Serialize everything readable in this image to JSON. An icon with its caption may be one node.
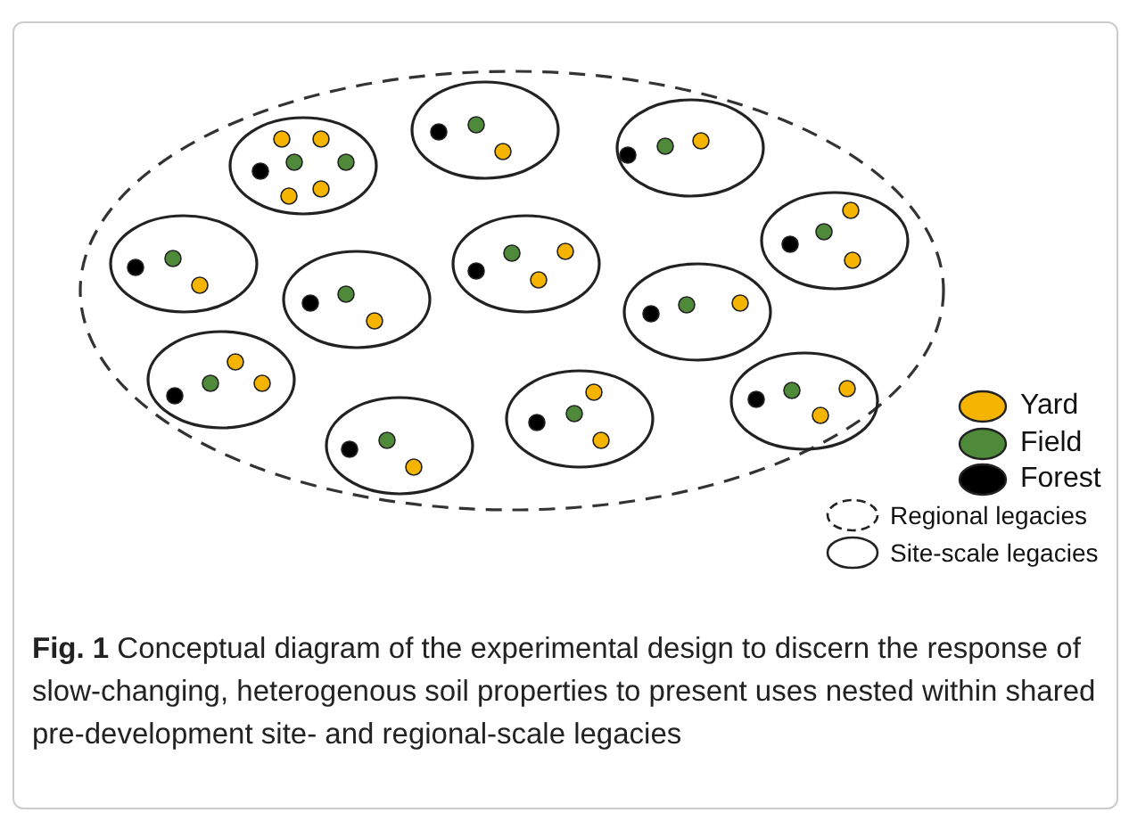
{
  "diagram": {
    "caption": "**Fig. 1** Conceptual diagram of the experimental design to discern the response of slow-changing, heterogenous soil properties to present uses nested within shared pre-development site- and regional-scale legacies",
    "legend": [
      {
        "text": "Yard",
        "color": "#f5b400"
      },
      {
        "text": "Field",
        "color": "#4e8a3a"
      },
      {
        "text": "Forest",
        "color": "#000000"
      },
      {
        "text": "Regional legacies"
      },
      {
        "text": "Site-scale legacies"
      }
    ]
  }
}
